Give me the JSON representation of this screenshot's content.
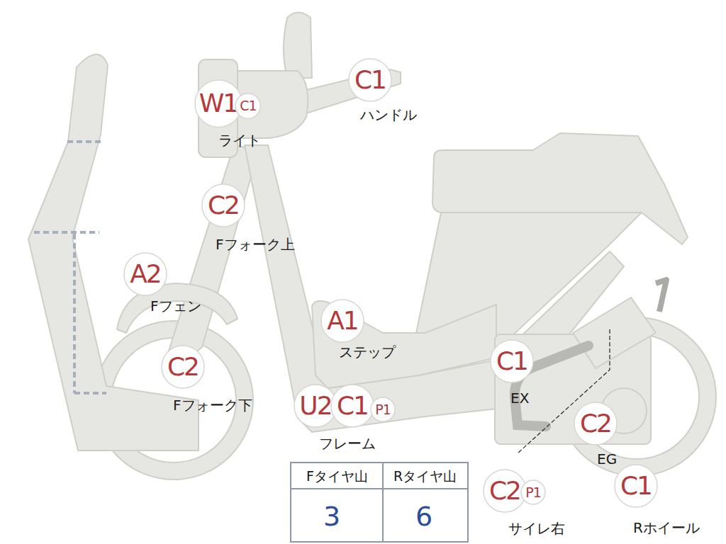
{
  "diagram": {
    "nodes": [
      {
        "text": [
          "W1"
        ]
      },
      {
        "text": [
          "C1"
        ]
      },
      {
        "text": [
          "C1"
        ]
      },
      {
        "text": [
          "C2"
        ]
      },
      {
        "text": [
          "A2"
        ]
      },
      {
        "text": [
          "A1"
        ]
      },
      {
        "text": [
          "C2"
        ]
      },
      {
        "text": [
          "U2"
        ]
      },
      {
        "text": [
          "C1"
        ]
      },
      {
        "text": [
          "P1"
        ]
      },
      {
        "text": [
          "C1"
        ]
      },
      {
        "text": [
          "C2"
        ]
      },
      {
        "text": [
          "C2"
        ]
      },
      {
        "text": [
          "P1"
        ]
      },
      {
        "text": [
          "C1"
        ]
      }
    ],
    "labels": [
      "ライト",
      "ハンドル",
      "Fフォーク上",
      "Fフェン",
      "ステップ",
      "Fフォーク下",
      "フレーム",
      "EX",
      "EG",
      "サイレ右",
      "Rホイール",
      "Fタイヤ山",
      "Rタイヤ山",
      "3",
      "6"
    ]
  }
}
